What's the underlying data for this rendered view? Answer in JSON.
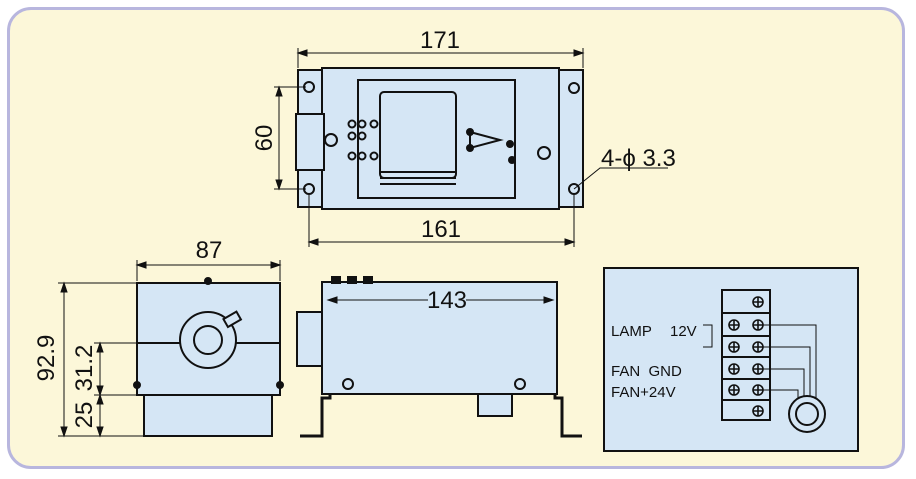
{
  "dimensions": {
    "top_width_outer": "171",
    "top_width_inner": "161",
    "top_height": "60",
    "hole_spec": "4-ϕ 3.3",
    "front_width": "87",
    "front_height": "92.9",
    "front_mid": "31.2",
    "front_bottom": "25",
    "side_length": "143"
  },
  "terminal": {
    "lamp_label": "LAMP",
    "lamp_voltage": "12V",
    "fan_gnd_label": "FAN  GND",
    "fan_24v_label": "FAN+24V"
  },
  "colors": {
    "frame_border": "#b8b6de",
    "frame_fill": "#fcf7d9",
    "device_fill": "#d5e6f5",
    "line": "#111111"
  }
}
